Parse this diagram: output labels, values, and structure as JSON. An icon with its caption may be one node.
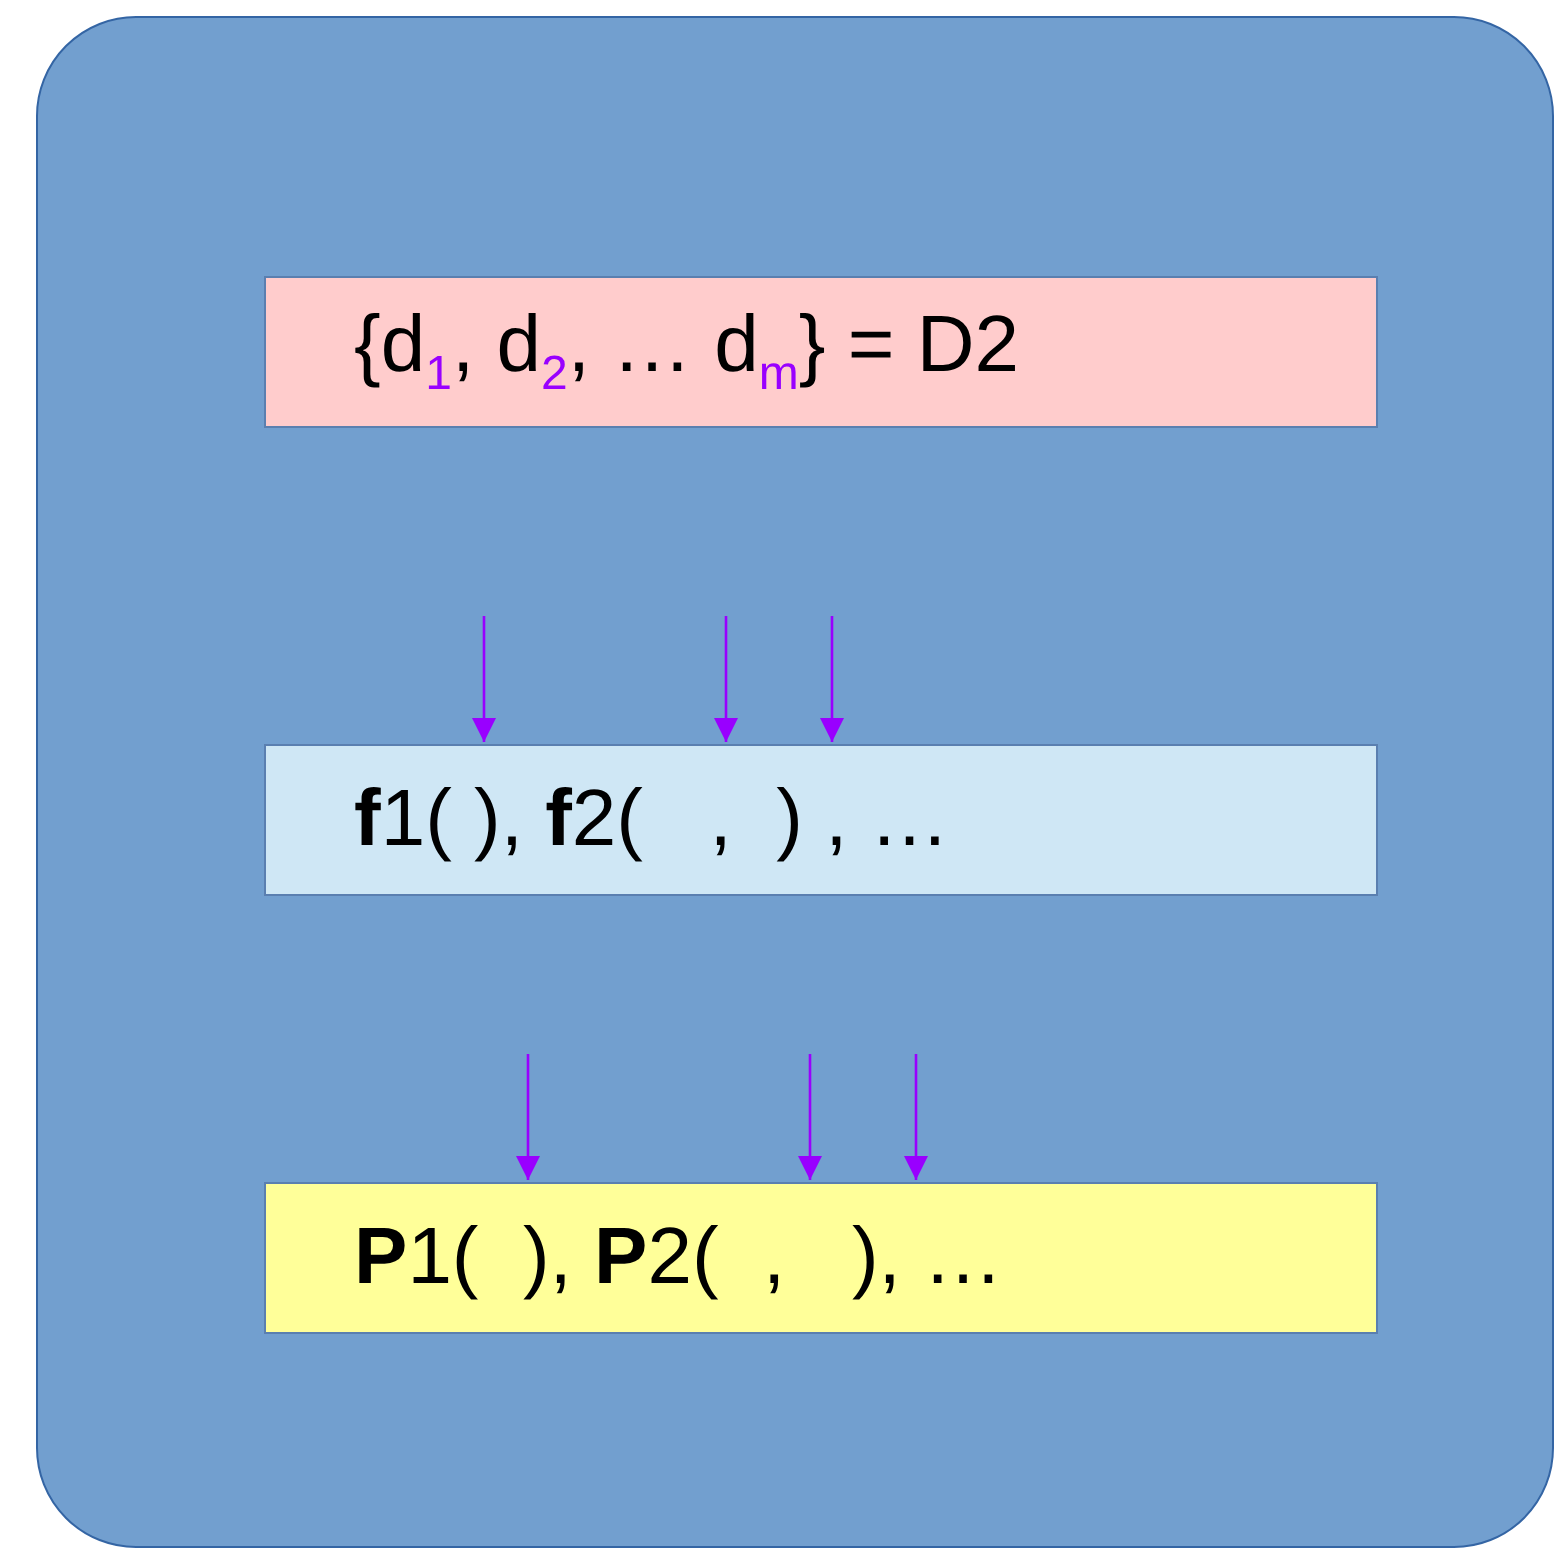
{
  "diagram": {
    "nodes": [
      {
        "text": [],
        "shape": "box"
      },
      {
        "text": [
          "{d$_{1}$, d$_{2}$, … d$_{m}$} = D2"
        ],
        "in": 0
      },
      {
        "text": [
          "**f**1( ), **f**2(   ,  ) , …"
        ],
        "in": 0
      },
      {
        "text": [
          "**P**1(  ), **P**2(  ,   ), …"
        ],
        "in": 0
      }
    ],
    "edges": [
      {
        "from": null,
        "to": 2,
        "arrow": "to"
      },
      {
        "from": null,
        "to": 2,
        "arrow": "to"
      },
      {
        "from": null,
        "to": 2,
        "arrow": "to"
      },
      {
        "from": null,
        "to": 3,
        "arrow": "to"
      },
      {
        "from": null,
        "to": 3,
        "arrow": "to"
      },
      {
        "from": null,
        "to": 3,
        "arrow": "to"
      }
    ]
  }
}
